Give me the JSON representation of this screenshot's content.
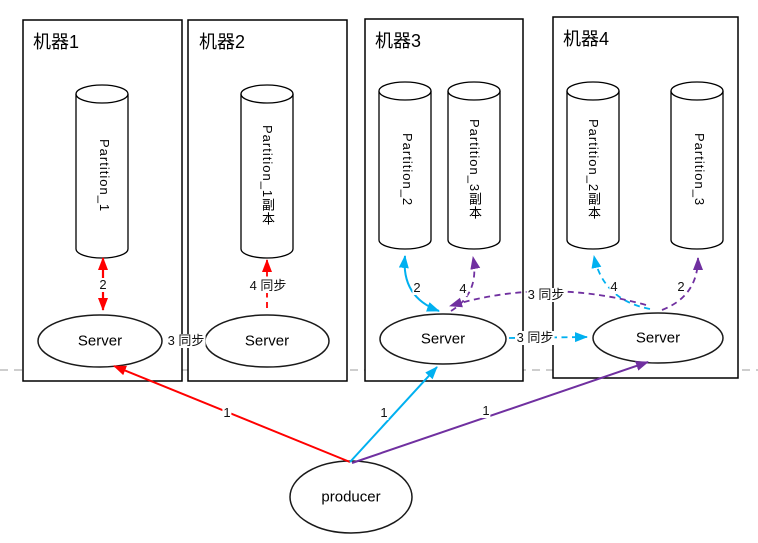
{
  "diagram": {
    "machines": [
      {
        "title": "机器1",
        "partitions": [
          "Partition_1"
        ]
      },
      {
        "title": "机器2",
        "partitions": [
          "Partition_1副本"
        ]
      },
      {
        "title": "机器3",
        "partitions": [
          "Partition_2",
          "Partition_3副本"
        ]
      },
      {
        "title": "机器4",
        "partitions": [
          "Partition_2副本",
          "Partition_3"
        ]
      }
    ],
    "server_label": "Server",
    "producer_label": "producer",
    "labels": {
      "step1": "1",
      "step2": "2",
      "step4": "4",
      "sync3": "3 同步",
      "sync4": "4 同步"
    },
    "colors": {
      "red": "#FF0000",
      "cyan": "#00B0F0",
      "purple": "#7030A0",
      "gray": "#B0B0B0",
      "stroke": "#000000"
    }
  }
}
